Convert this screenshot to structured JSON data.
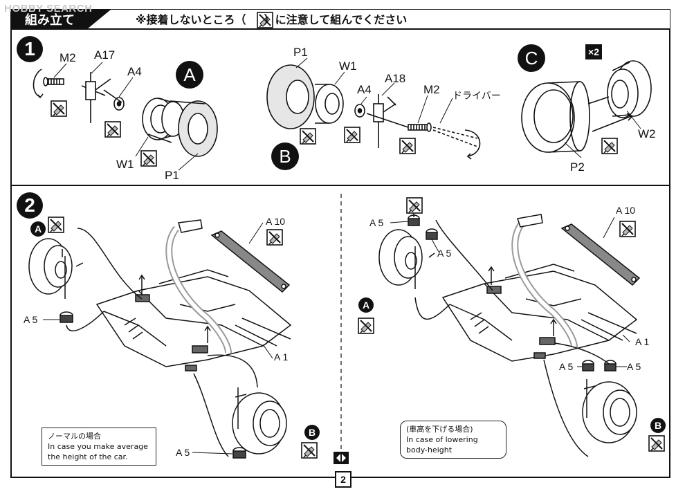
{
  "watermark": "HOBBY SEARCH",
  "header": {
    "title": "組み立て",
    "note_before": "※接着しないところ（",
    "note_after": "）に注意して組んでください"
  },
  "step1": {
    "number": "1",
    "subassembly_A": {
      "mark": "A",
      "parts": [
        "M2",
        "A17",
        "A4",
        "W1",
        "P1"
      ]
    },
    "subassembly_B": {
      "mark": "B",
      "parts": [
        "P1",
        "W1",
        "A4",
        "A18",
        "M2"
      ],
      "tool_label": "ドライバー"
    },
    "subassembly_C": {
      "mark": "C",
      "parts": [
        "P2",
        "W2"
      ],
      "quantity": "×2"
    }
  },
  "step2": {
    "number": "2",
    "left_view": {
      "parts": [
        "A 10",
        "A 1",
        "A 5",
        "A 5"
      ],
      "marks": [
        "A",
        "B"
      ],
      "note_ja": "ノーマルの場合",
      "note_en_1": "In case you make average",
      "note_en_2": "the height of the car."
    },
    "right_view": {
      "parts": [
        "A 5",
        "A 5",
        "A 10",
        "A 1",
        "A 5",
        "A 5"
      ],
      "marks": [
        "A",
        "B"
      ],
      "note_ja": "(車高を下げる場合)",
      "note_en_1": "In case of lowering",
      "note_en_2": "body-height"
    }
  },
  "page_number": "2"
}
